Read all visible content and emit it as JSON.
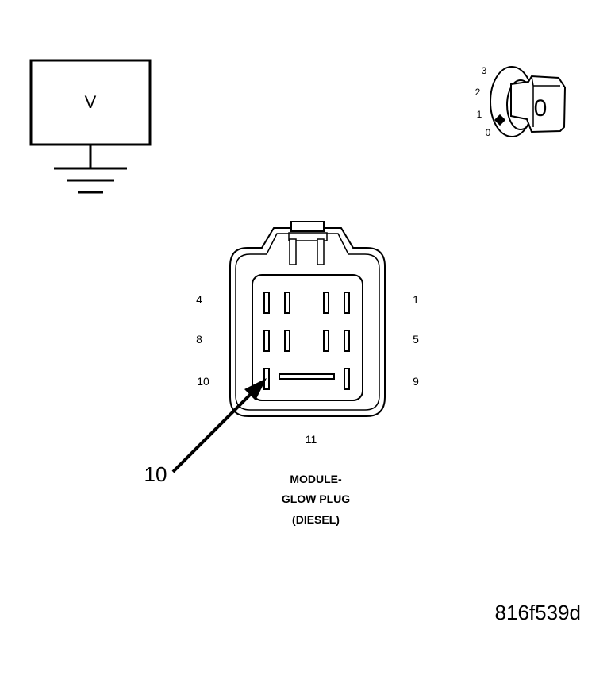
{
  "meter": {
    "symbol": "V"
  },
  "ignition": {
    "positions": [
      "3",
      "2",
      "1",
      "0"
    ],
    "key_label": "0"
  },
  "connector": {
    "pins_left": [
      "4",
      "8",
      "10"
    ],
    "pins_right": [
      "1",
      "5",
      "9"
    ],
    "pin_bottom": "11",
    "callout": "10",
    "title_lines": [
      "MODULE-",
      "GLOW PLUG",
      "(DIESEL)"
    ]
  },
  "figure_id": "816f539d",
  "colors": {
    "ink": "#000000",
    "background": "#ffffff"
  }
}
